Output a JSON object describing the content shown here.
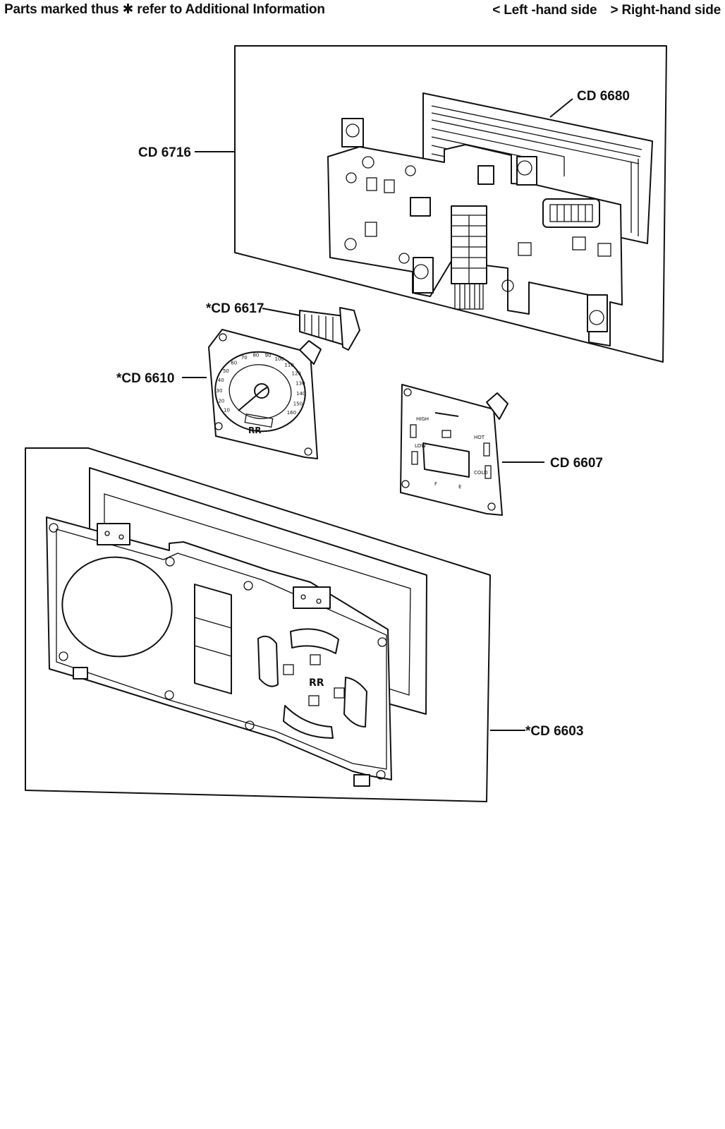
{
  "header": {
    "note": "Parts marked thus ✱ refer to Additional Information",
    "lhs": "< Left -hand side",
    "rhs": "> Right-hand side"
  },
  "callouts": {
    "cd6680": "CD 6680",
    "cd6716": "CD 6716",
    "cd6617": "*CD 6617",
    "cd6610": "*CD 6610",
    "cd6607": "CD 6607",
    "cd6603": "*CD 6603"
  },
  "speedo": {
    "ticks_left": [
      "10",
      "20",
      "30",
      "40",
      "50",
      "60",
      "70",
      "80",
      "90"
    ],
    "ticks_right": [
      "100",
      "110",
      "120",
      "130",
      "140",
      "150",
      "160"
    ]
  },
  "gauge": {
    "labels": [
      "HIGH",
      "LOW",
      "HOT",
      "COLD",
      "F",
      "E"
    ]
  }
}
